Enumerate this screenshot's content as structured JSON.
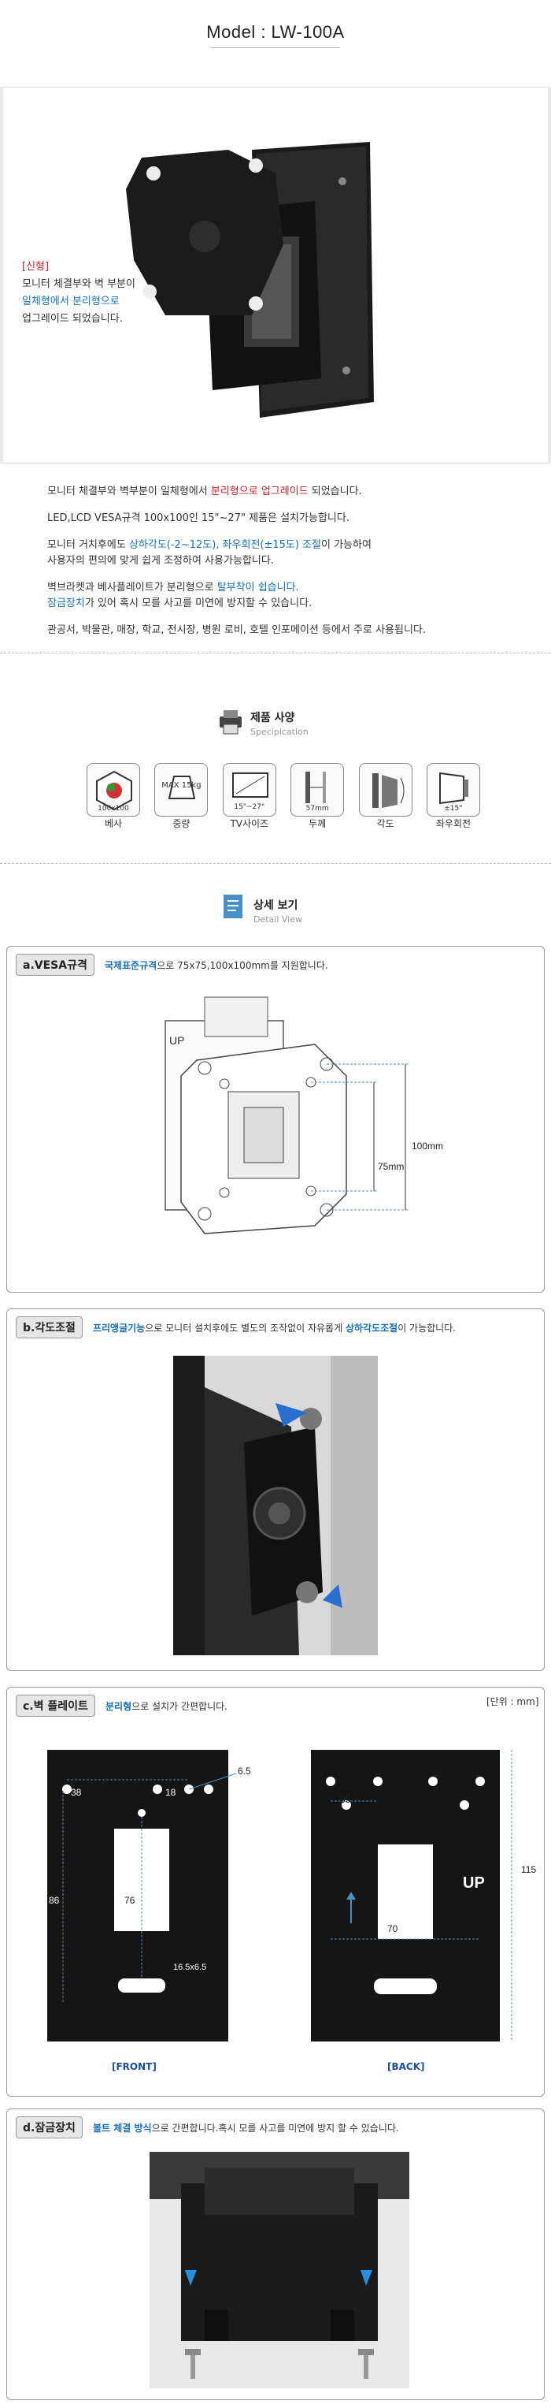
{
  "header": {
    "title": "Model : LW-100A"
  },
  "hero": {
    "badge": "[신형]",
    "line1": "모니터 체결부와 벽 부분이",
    "line2": "일체형에서 분리형으로",
    "line3": "업그레이드 되었습니다."
  },
  "description": {
    "p1_a": "모니터 체결부와 벽부분이 일체형에서 ",
    "p1_b": "분리형으로 업그레이드",
    "p1_c": " 되었습니다.",
    "p2": "LED,LCD VESA규격 100x100인 15\"~27\" 제품은 설치가능합니다.",
    "p3_a": "모니터 거치후에도 ",
    "p3_b": "상하각도(-2~12도), 좌우회전(±15도) 조절",
    "p3_c": "이 가능하여",
    "p3_d": "사용자의 편의에 맞게 쉽게 조정하여 사용가능합니다.",
    "p4_a": "벽브라켓과 베사플레이트가 분리형으로 ",
    "p4_b": "탈부착이 쉽습니다.",
    "p4_c": "잠금장치",
    "p4_d": "가 있어 혹시 모를 사고를 미연에 방지할 수 있습니다.",
    "p5": "관공서, 박물관, 매장, 학교, 전시장, 병원 로비, 호텔 인포메이션 등에서 주로 사용됩니다."
  },
  "spec": {
    "title": "제품 사양",
    "subtitle": "Specipication",
    "items": [
      {
        "value": "100x100",
        "label": "베사"
      },
      {
        "value": "MAX 15kg",
        "label": "중량"
      },
      {
        "value": "15\"~27\"",
        "label": "TV사이즈"
      },
      {
        "value": "57mm",
        "label": "두께"
      },
      {
        "value": "",
        "label": "각도"
      },
      {
        "value": "±15°",
        "label": "좌우회전"
      }
    ]
  },
  "detail": {
    "title": "상세 보기",
    "subtitle": "Detail View"
  },
  "sections": {
    "a": {
      "head": "a.VESA규격",
      "note_b": "국제표준규격",
      "note": "으로 75x75,100x100mm를 지원합니다.",
      "dim1": "100mm",
      "dim2": "75mm"
    },
    "b": {
      "head": "b.각도조절",
      "note_b1": "프리앵글기능",
      "note1": "으로 모니터 설치후에도 별도의 조작없이 자유롭게 ",
      "note_b2": "상하각도조절",
      "note2": "이 가능합니다."
    },
    "c": {
      "head": "c.벽 플레이트",
      "note_b": "분리형",
      "note": "으로 설치가 간편합니다.",
      "unit": "[단위 : mm]",
      "front": {
        "d1": "38",
        "d2": "18",
        "d3": "6.5",
        "d4": "86",
        "d5": "76",
        "d6": "16.5x6.5",
        "caption": "[FRONT]"
      },
      "back": {
        "d1": "35",
        "d2": "115",
        "d3": "70",
        "up": "UP",
        "caption": "[BACK]"
      }
    },
    "d": {
      "head": "d.잠금장치",
      "note_b": "볼트 체결 방식",
      "note": "으로 간편합니다.혹시 모를 사고를 미연에 방지 할 수 있습니다."
    }
  }
}
